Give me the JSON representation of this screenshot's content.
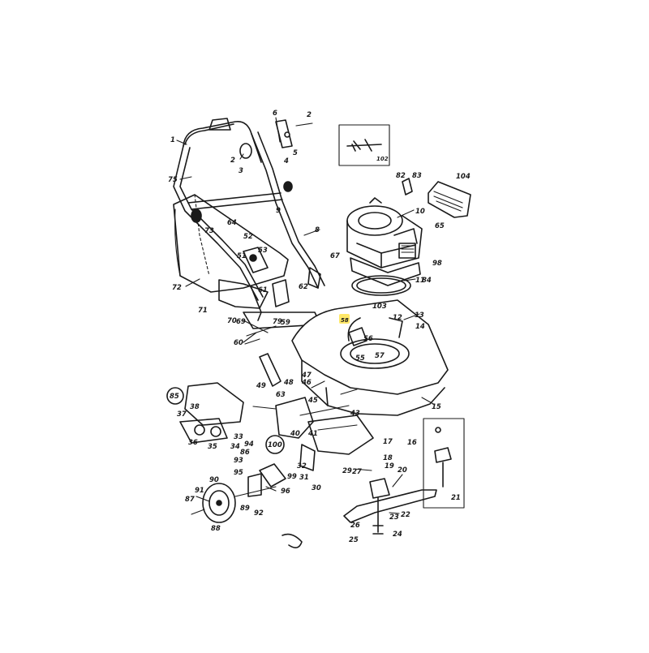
{
  "highlight_color": "#ffe44d",
  "line_color": "#1a1a1a",
  "callouts": {
    "c1": "1",
    "c2a": "2",
    "c2b": "2",
    "c3": "3",
    "c4": "4",
    "c5": "5",
    "c6": "6",
    "c8": "8",
    "c9": "9",
    "c10": "10",
    "c11": "11",
    "c12": "12",
    "c13": "13",
    "c14": "14",
    "c15": "15",
    "c16": "16",
    "c17": "17",
    "c18": "18",
    "c19": "19",
    "c20": "20",
    "c21": "21",
    "c22": "22",
    "c23": "23",
    "c24": "24",
    "c25": "25",
    "c26": "26",
    "c27": "27",
    "c29": "29",
    "c30": "30",
    "c31": "31",
    "c32": "32",
    "c33": "33",
    "c34": "34",
    "c35": "35",
    "c36": "36",
    "c37": "37",
    "c38": "38",
    "c40": "40",
    "c41": "41",
    "c43": "43",
    "c45": "45",
    "c46": "46",
    "c47": "47",
    "c48": "48",
    "c49": "49",
    "c51": "51",
    "c52": "52",
    "c53": "53",
    "c55": "55",
    "c56": "56",
    "c57": "57",
    "c58": "58",
    "c59": "59",
    "c60": "60",
    "c61": "61",
    "c62": "62",
    "c63": "63",
    "c64": "64",
    "c65": "65",
    "c67": "67",
    "c69": "69",
    "c70": "70",
    "c71": "71",
    "c72": "72",
    "c73": "73",
    "c75": "75",
    "c79": "79",
    "c82": "82",
    "c83": "83",
    "c84": "84",
    "c85": "85",
    "c86": "86",
    "c87": "87",
    "c88": "88",
    "c89": "89",
    "c90": "90",
    "c91": "91",
    "c92": "92",
    "c93": "93",
    "c94": "94",
    "c95": "95",
    "c96": "96",
    "c98": "98",
    "c99": "99",
    "c100": "100",
    "c102": "102",
    "c103": "103",
    "c104": "104"
  }
}
